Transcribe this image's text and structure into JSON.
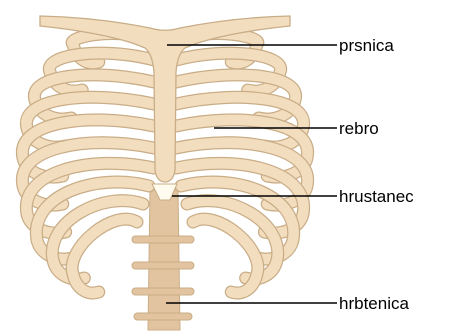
{
  "diagram": {
    "colors": {
      "bone": "#F2DDBF",
      "bone_outline": "#C9AD86",
      "spine": "#E2C4A0",
      "cartilage": "#FFFBEE",
      "line": "#000000",
      "text": "#000000",
      "background": "#FFFFFF"
    },
    "labels": {
      "sternum": "prsnica",
      "rib": "rebro",
      "cartilage": "hrustanec",
      "spine": "hrbtenica"
    }
  }
}
